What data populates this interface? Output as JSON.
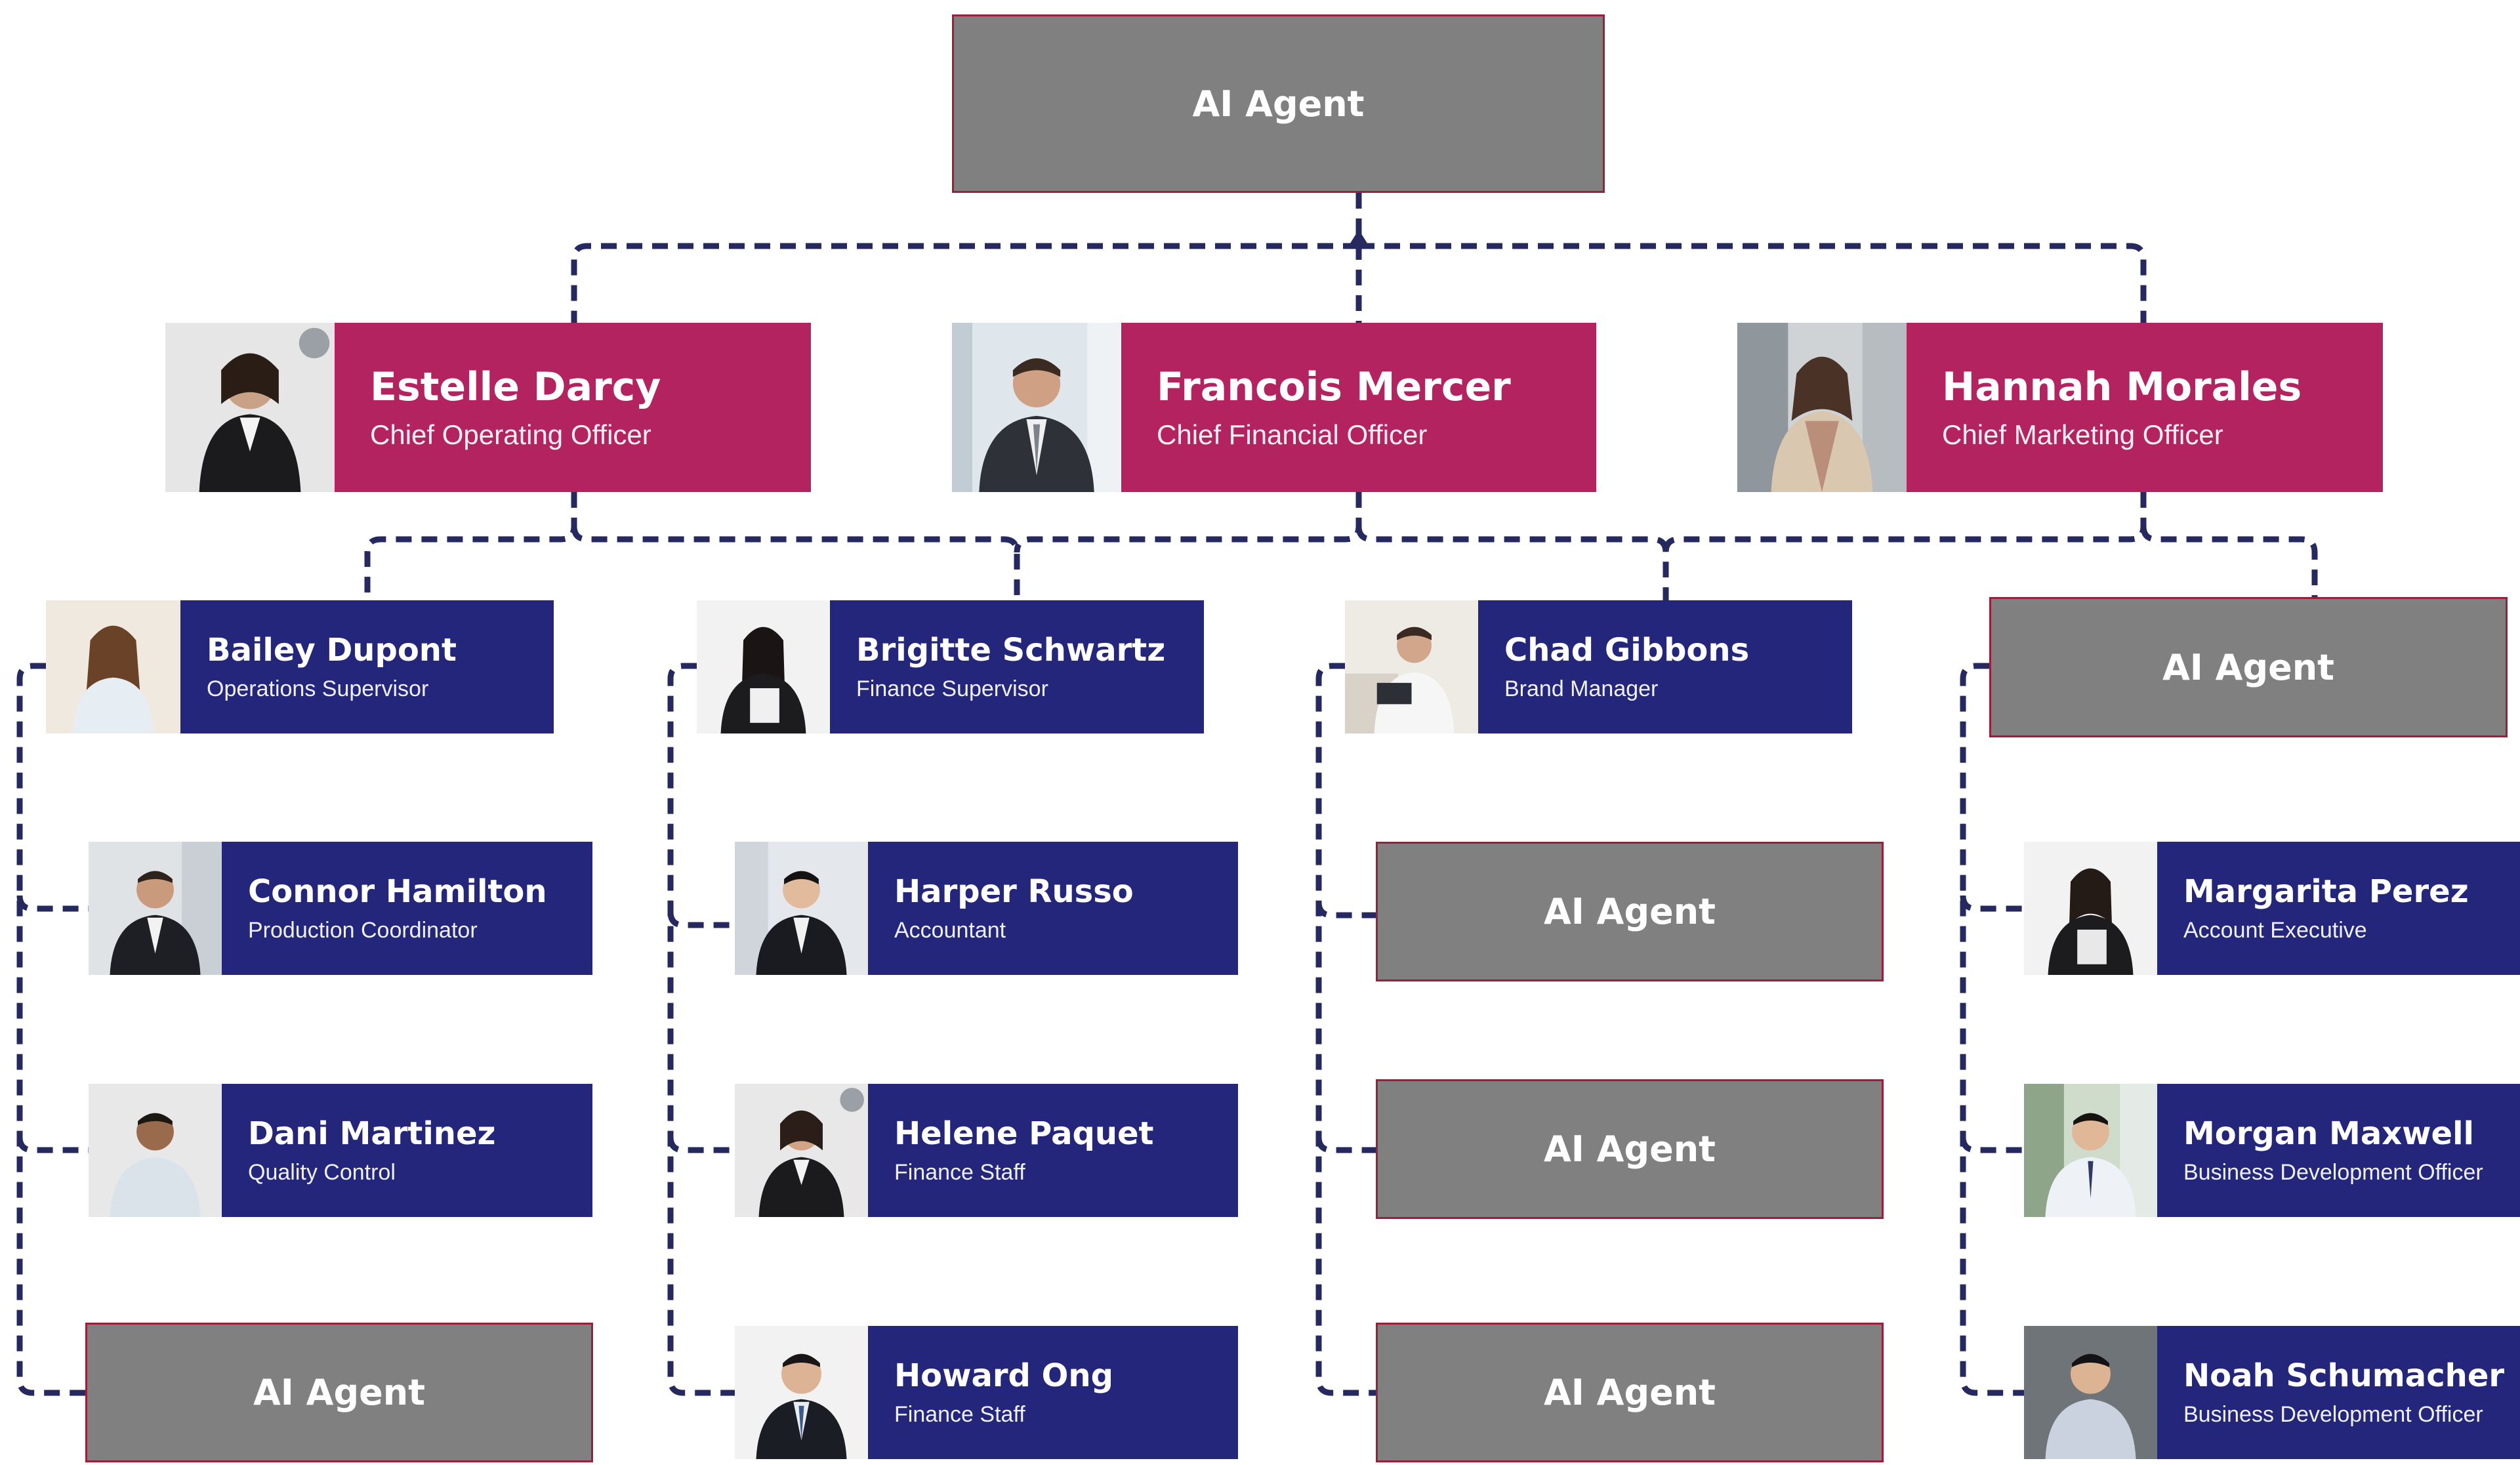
{
  "colors": {
    "executive": "#b2235f",
    "manager": "#23267a",
    "agent": "#808080",
    "agent_border": "#9a1f3a",
    "connector": "#262960"
  },
  "top": {
    "label": "AI Agent"
  },
  "executives": [
    {
      "name": "Estelle Darcy",
      "title": "Chief Operating Officer"
    },
    {
      "name": "Francois Mercer",
      "title": "Chief Financial Officer"
    },
    {
      "name": "Hannah Morales",
      "title": "Chief Marketing Officer"
    }
  ],
  "columns": [
    {
      "lead": {
        "name": "Bailey Dupont",
        "title": "Operations Supervisor"
      },
      "members": [
        {
          "name": "Connor Hamilton",
          "title": "Production Coordinator"
        },
        {
          "name": "Dani Martinez",
          "title": "Quality Control"
        },
        {
          "agent": "AI Agent"
        }
      ]
    },
    {
      "lead": {
        "name": "Brigitte Schwartz",
        "title": "Finance Supervisor"
      },
      "members": [
        {
          "name": "Harper Russo",
          "title": "Accountant"
        },
        {
          "name": "Helene Paquet",
          "title": "Finance Staff"
        },
        {
          "name": "Howard Ong",
          "title": "Finance Staff"
        }
      ]
    },
    {
      "lead": {
        "name": "Chad Gibbons",
        "title": "Brand Manager"
      },
      "members": [
        {
          "agent": "AI Agent"
        },
        {
          "agent": "AI Agent"
        },
        {
          "agent": "AI Agent"
        }
      ]
    },
    {
      "lead": {
        "agent": "AI Agent"
      },
      "members": [
        {
          "name": "Margarita Perez",
          "title": "Account Executive"
        },
        {
          "name": "Morgan Maxwell",
          "title": "Business Development Officer"
        },
        {
          "name": "Noah Schumacher",
          "title": "Business Development Officer"
        }
      ]
    }
  ]
}
